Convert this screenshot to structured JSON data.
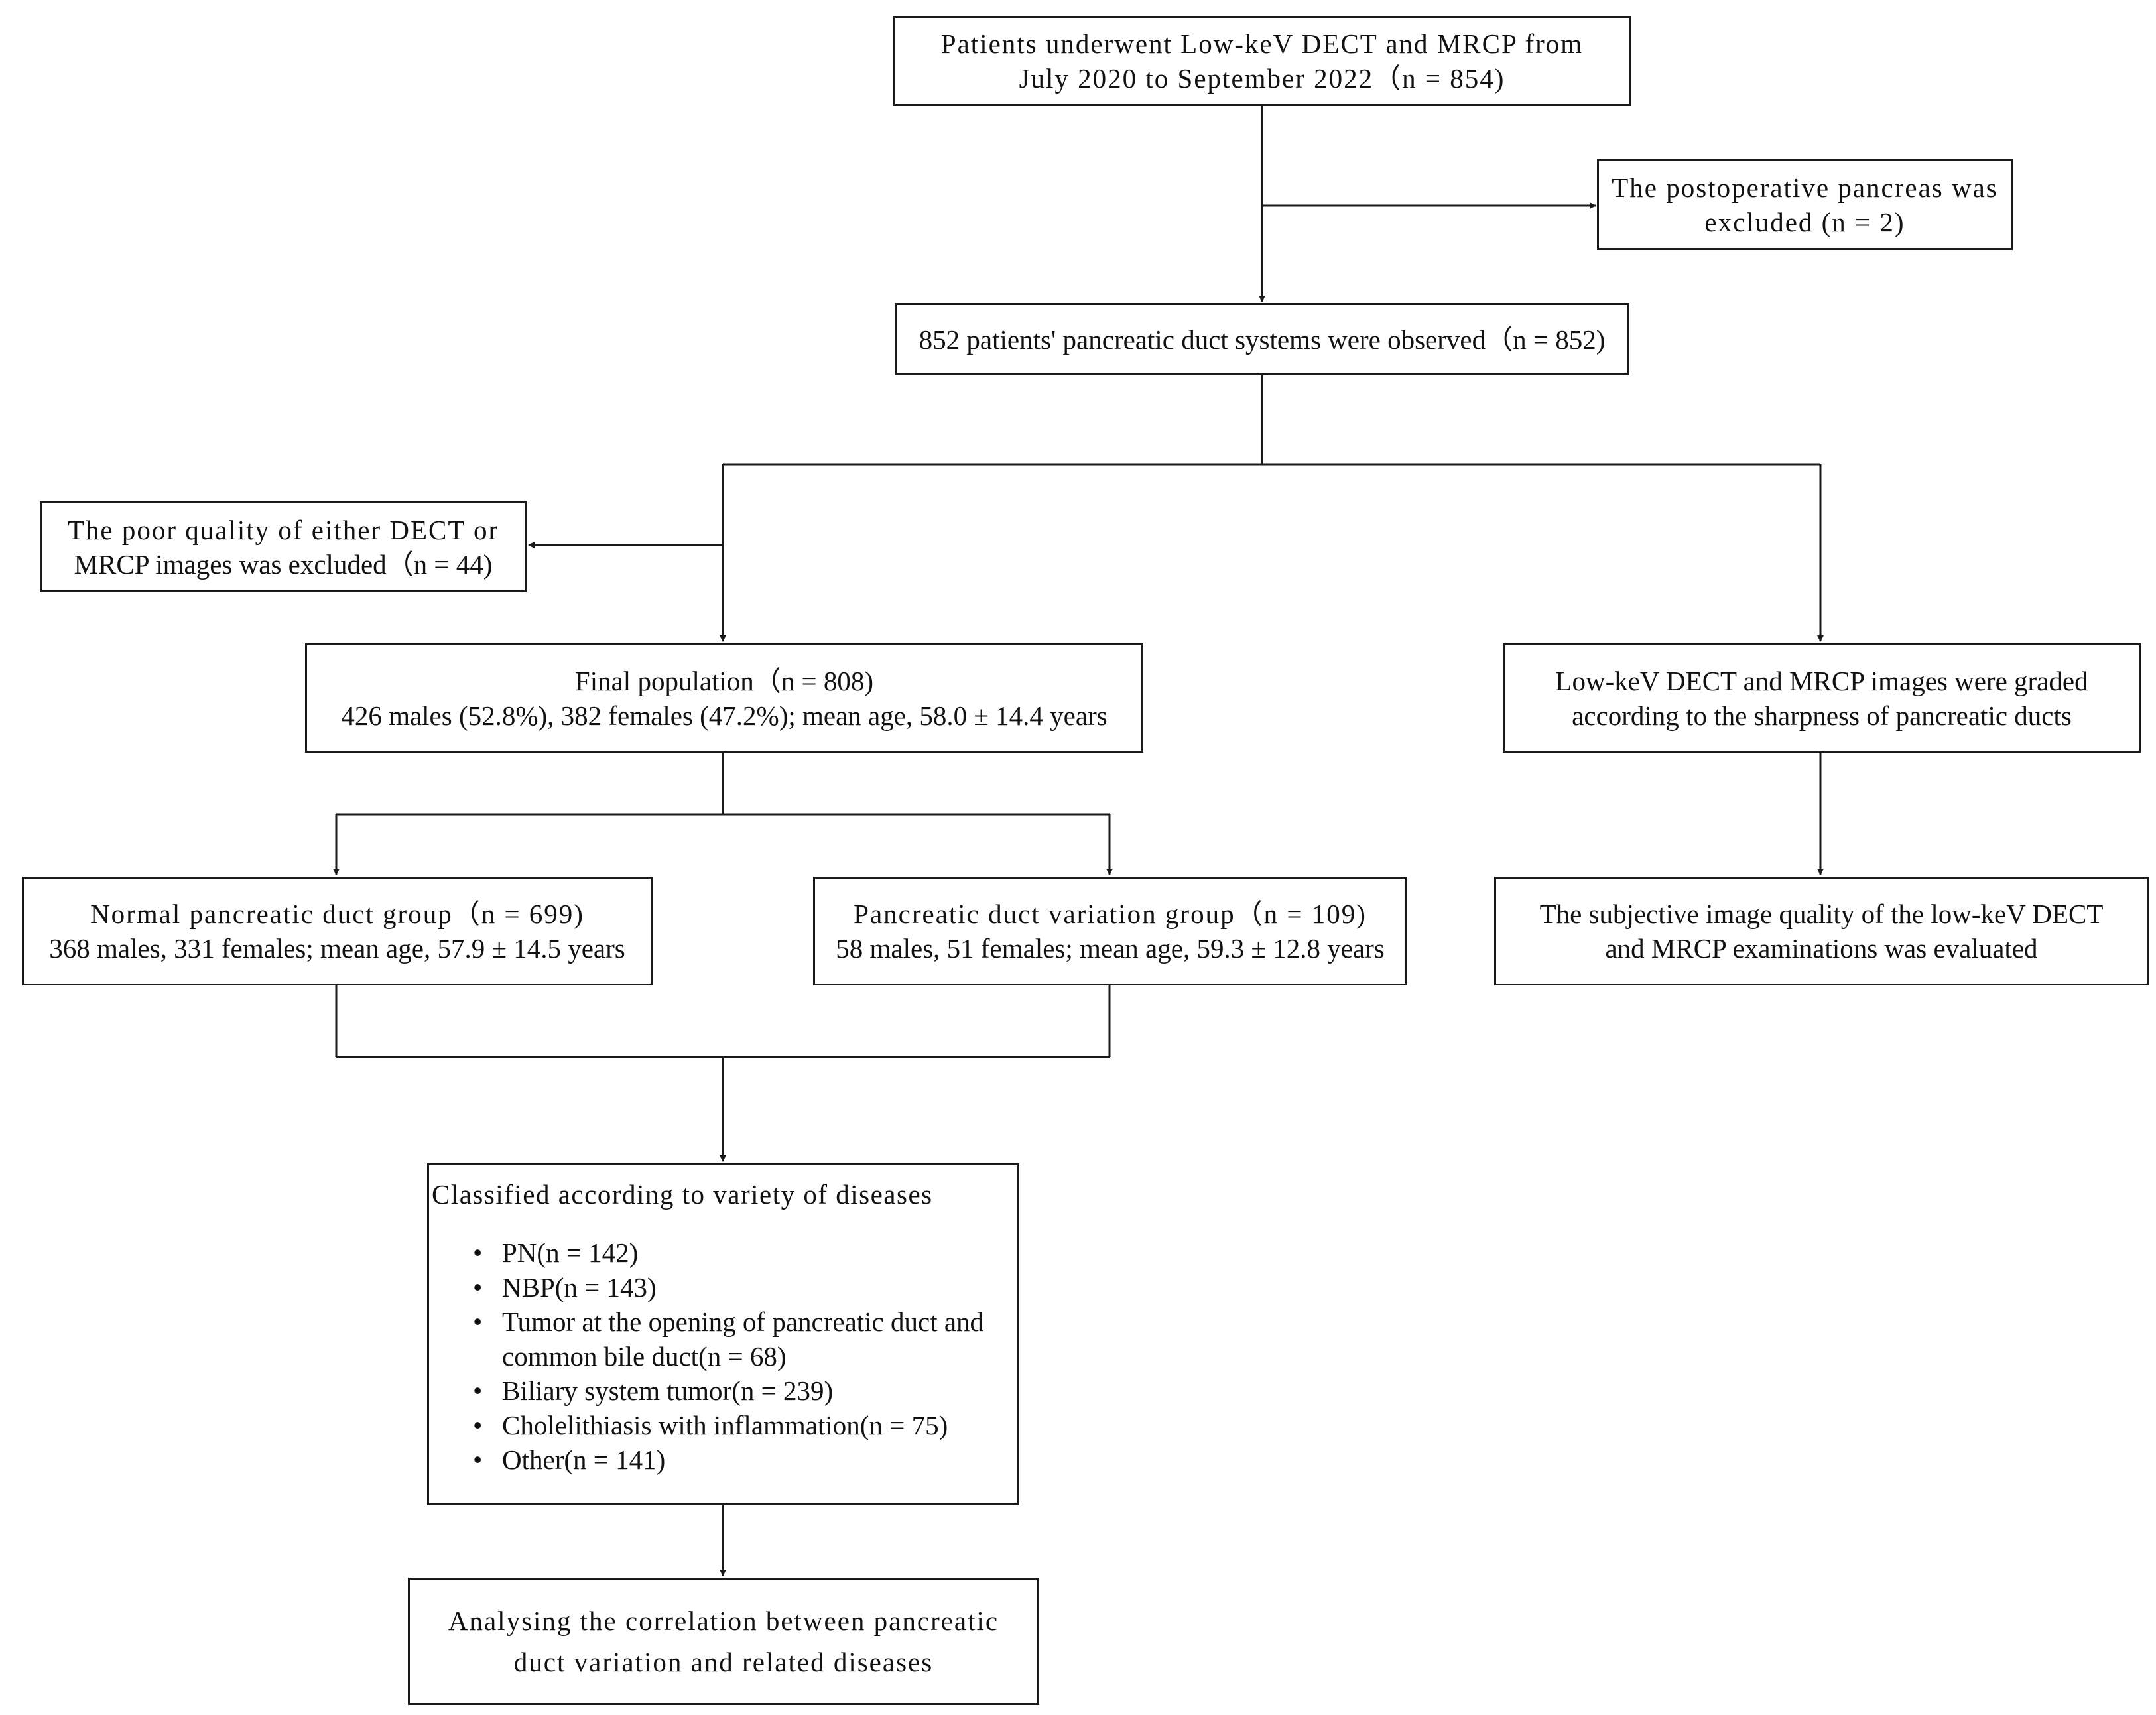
{
  "flowchart": {
    "start": {
      "line1": "Patients underwent Low-keV DECT and MRCP from",
      "line2": "July 2020 to September 2022（n = 854)"
    },
    "postoperative_excluded": {
      "line1": "The postoperative pancreas was",
      "line2": "excluded (n = 2)"
    },
    "observed": {
      "line1": "852 patients' pancreatic duct systems were observed（n = 852)"
    },
    "poor_quality_excluded": {
      "line1": "The poor quality of either DECT or",
      "line2": "MRCP images was excluded（n = 44)"
    },
    "final_population": {
      "line1": "Final population（n = 808)",
      "line2": "426 males (52.8%), 382 females (47.2%); mean age, 58.0 ± 14.4 years"
    },
    "graded": {
      "line1": "Low-keV DECT and MRCP images were graded",
      "line2": "according to the sharpness of pancreatic ducts"
    },
    "normal_group": {
      "line1": "Normal pancreatic duct group（n = 699)",
      "line2": "368 males, 331 females; mean age, 57.9 ± 14.5 years"
    },
    "variation_group": {
      "line1": "Pancreatic duct variation group（n = 109)",
      "line2": "58 males, 51 females; mean age, 59.3 ± 12.8 years"
    },
    "subjective_quality": {
      "line1": "The subjective image quality of the low-keV DECT",
      "line2": "and MRCP examinations was evaluated"
    },
    "classified": {
      "title": "Classified according to variety of diseases",
      "bullet": "•",
      "items": [
        {
          "line1": "PN(n = 142)"
        },
        {
          "line1": "NBP(n = 143)"
        },
        {
          "line1": "Tumor at the opening of pancreatic duct and",
          "line2": "common bile duct(n = 68)"
        },
        {
          "line1": "Biliary system tumor(n = 239)"
        },
        {
          "line1": "Cholelithiasis with inflammation(n = 75)"
        },
        {
          "line1": "Other(n = 141)"
        }
      ]
    },
    "correlation": {
      "line1": "Analysing the correlation between pancreatic",
      "line2": "duct variation and related diseases"
    }
  },
  "colors": {
    "line": "#1a1a1a",
    "background": "#ffffff",
    "text": "#111111"
  }
}
